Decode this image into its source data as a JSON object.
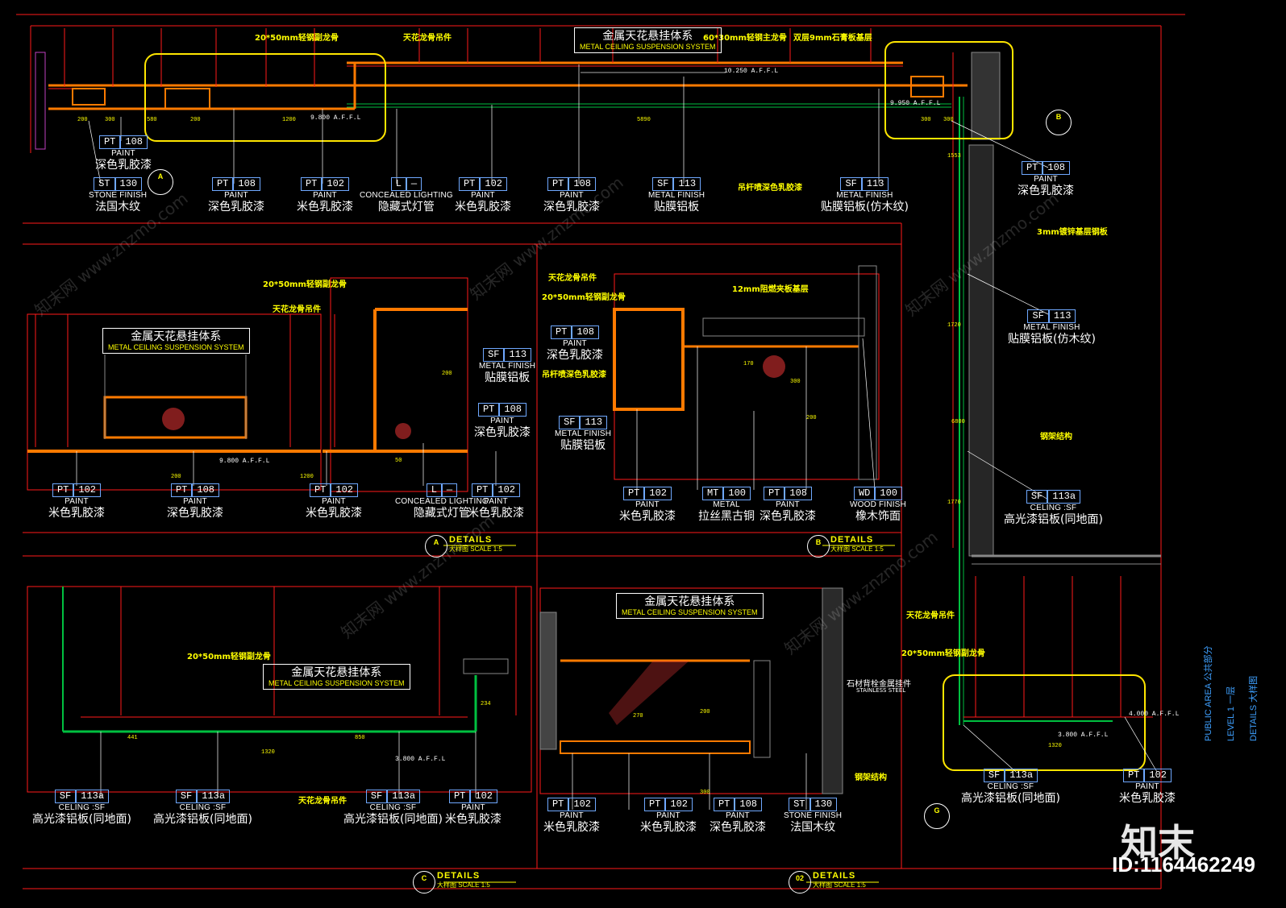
{
  "tags": [
    {
      "id": "t1",
      "code": [
        "PT",
        "108"
      ],
      "en": "PAINT",
      "cn": "深色乳胶漆"
    },
    {
      "id": "t2",
      "code": [
        "ST",
        "130"
      ],
      "en": "STONE FINISH",
      "cn": "法国木纹"
    },
    {
      "id": "t3",
      "code": [
        "PT",
        "108"
      ],
      "en": "PAINT",
      "cn": "深色乳胶漆"
    },
    {
      "id": "t4",
      "code": [
        "PT",
        "102"
      ],
      "en": "PAINT",
      "cn": "米色乳胶漆"
    },
    {
      "id": "t5",
      "code": [
        "L",
        "—"
      ],
      "en": "CONCEALED LIGHTING",
      "cn": "隐藏式灯管"
    },
    {
      "id": "t6",
      "code": [
        "PT",
        "102"
      ],
      "en": "PAINT",
      "cn": "米色乳胶漆"
    },
    {
      "id": "t7",
      "code": [
        "PT",
        "108"
      ],
      "en": "PAINT",
      "cn": "深色乳胶漆"
    },
    {
      "id": "t8",
      "code": [
        "SF",
        "113"
      ],
      "en": "METAL FINISH",
      "cn": "贴膜铝板"
    },
    {
      "id": "t9",
      "code": [
        "SF",
        "113"
      ],
      "en": "METAL FINISH",
      "cn": "贴膜铝板(仿木纹)"
    },
    {
      "id": "t10",
      "code": [
        "PT",
        "108"
      ],
      "en": "PAINT",
      "cn": "深色乳胶漆"
    },
    {
      "id": "t11",
      "code": [
        "SF",
        "113"
      ],
      "en": "METAL FINISH",
      "cn": "贴膜铝板(仿木纹)"
    },
    {
      "id": "t12",
      "code": [
        "SF",
        "113a"
      ],
      "en": "CELING :SF",
      "cn": "高光漆铝板(同地面)"
    },
    {
      "id": "t13",
      "code": [
        "SF",
        "113"
      ],
      "en": "METAL FINISH",
      "cn": "贴膜铝板"
    },
    {
      "id": "t14",
      "code": [
        "PT",
        "108"
      ],
      "en": "PAINT",
      "cn": "深色乳胶漆"
    },
    {
      "id": "t15",
      "code": [
        "PT",
        "102"
      ],
      "en": "PAINT",
      "cn": "米色乳胶漆"
    },
    {
      "id": "t16",
      "code": [
        "PT",
        "108"
      ],
      "en": "PAINT",
      "cn": "深色乳胶漆"
    },
    {
      "id": "t17",
      "code": [
        "PT",
        "102"
      ],
      "en": "PAINT",
      "cn": "米色乳胶漆"
    },
    {
      "id": "t18",
      "code": [
        "L",
        "—"
      ],
      "en": "CONCEALED LIGHTING",
      "cn": "隐藏式灯管"
    },
    {
      "id": "t19",
      "code": [
        "PT",
        "102"
      ],
      "en": "PAINT",
      "cn": "米色乳胶漆"
    },
    {
      "id": "t20",
      "code": [
        "PT",
        "108"
      ],
      "en": "PAINT",
      "cn": "深色乳胶漆"
    },
    {
      "id": "t21",
      "code": [
        "SF",
        "113"
      ],
      "en": "METAL FINISH",
      "cn": "贴膜铝板"
    },
    {
      "id": "t22",
      "code": [
        "PT",
        "102"
      ],
      "en": "PAINT",
      "cn": "米色乳胶漆"
    },
    {
      "id": "t23",
      "code": [
        "MT",
        "100"
      ],
      "en": "METAL",
      "cn": "拉丝黑古铜"
    },
    {
      "id": "t24",
      "code": [
        "PT",
        "108"
      ],
      "en": "PAINT",
      "cn": "深色乳胶漆"
    },
    {
      "id": "t25",
      "code": [
        "WD",
        "100"
      ],
      "en": "WOOD FINISH",
      "cn": "橡木饰面"
    },
    {
      "id": "t26",
      "code": [
        "SF",
        "113a"
      ],
      "en": "CELING :SF",
      "cn": "高光漆铝板(同地面)"
    },
    {
      "id": "t27",
      "code": [
        "SF",
        "113a"
      ],
      "en": "CELING :SF",
      "cn": "高光漆铝板(同地面)"
    },
    {
      "id": "t28",
      "code": [
        "SF",
        "113a"
      ],
      "en": "CELING :SF",
      "cn": "高光漆铝板(同地面)"
    },
    {
      "id": "t29",
      "code": [
        "PT",
        "102"
      ],
      "en": "PAINT",
      "cn": "米色乳胶漆"
    },
    {
      "id": "t30",
      "code": [
        "PT",
        "102"
      ],
      "en": "PAINT",
      "cn": "米色乳胶漆"
    },
    {
      "id": "t31",
      "code": [
        "PT",
        "102"
      ],
      "en": "PAINT",
      "cn": "米色乳胶漆"
    },
    {
      "id": "t32",
      "code": [
        "PT",
        "108"
      ],
      "en": "PAINT",
      "cn": "深色乳胶漆"
    },
    {
      "id": "t33",
      "code": [
        "ST",
        "130"
      ],
      "en": "STONE FINISH",
      "cn": "法国木纹"
    },
    {
      "id": "t34",
      "code": [
        "SF",
        "113a"
      ],
      "en": "CELING :SF",
      "cn": "高光漆铝板(同地面)"
    },
    {
      "id": "t35",
      "code": [
        "PT",
        "102"
      ],
      "en": "PAINT",
      "cn": "米色乳胶漆"
    }
  ],
  "notes": {
    "n1": "20*50mm轻钢副龙骨",
    "n2": "天花龙骨吊件",
    "n3": "60*30mm轻钢主龙骨",
    "n4": "双层9mm石膏板基层",
    "n5": "吊杆喷深色乳胶漆",
    "n6": "3mm镀锌基层钢板",
    "n7": "钢架结构",
    "n8": "天花龙骨吊件",
    "n9": "20*50mm轻钢副龙骨",
    "n10": "20*50mm轻钢副龙骨",
    "n11": "天花龙骨吊件",
    "n12": "天花龙骨吊件",
    "n13": "20*50mm轻钢副龙骨",
    "n14": "12mm阻燃夹板基层",
    "n15": "吊杆喷深色乳胶漆",
    "n16": "20*50mm轻钢副龙骨",
    "n17": "天花龙骨吊件",
    "n18": "石材背栓金属挂件",
    "n18b": "STAINLESS STEEL",
    "n19": "钢架结构"
  },
  "mcs": {
    "cn": "金属天花悬挂体系",
    "en": "METAL CEILING SUSPENSION SYSTEM"
  },
  "levels": {
    "l1": "9.800 A.F.F.L",
    "l2": "10.250 A.F.F.L",
    "l3": "9.950 A.F.F.L",
    "l4": "9.800 A.F.F.L",
    "l5": "3.800 A.F.F.L",
    "l6": "3.800 A.F.F.L",
    "l7": "4.000 A.F.F.L"
  },
  "dims": [
    "200",
    "300",
    "580",
    "200",
    "1200",
    "5890",
    "300",
    "300",
    "1553",
    "1720",
    "1770",
    "6800",
    "200",
    "1200",
    "50",
    "200",
    "300",
    "170",
    "200",
    "441",
    "850",
    "1320",
    "234",
    "1320",
    "200",
    "270",
    "300"
  ],
  "details": [
    {
      "bubble": "A",
      "title": "DETAILS",
      "sub": "大样图",
      "scale": "SCALE 1:5"
    },
    {
      "bubble": "B",
      "title": "DETAILS",
      "sub": "大样图",
      "scale": "SCALE 1:5"
    },
    {
      "bubble": "C",
      "title": "DETAILS",
      "sub": "大样图",
      "scale": "SCALE 1:5"
    },
    {
      "bubble": "02",
      "title": "DETAILS",
      "sub": "大样图",
      "scale": "SCALE 1:5"
    }
  ],
  "section_markers": {
    "a": "A",
    "b": "B",
    "g": "G"
  },
  "sidebar": {
    "l1": "PUBLIC AREA    公共部分",
    "l2": "LEVEL 1      一层",
    "l3": "DETAILS       大样图"
  },
  "watermark": {
    "brand": "知末",
    "id": "ID:1164462249",
    "repeat": "知末网 www.znzmo.com"
  },
  "colors": {
    "red": "#ff1a1a",
    "yellow": "#ffff00",
    "green": "#00c040",
    "orange": "#ff7a00",
    "blue": "#6fa8ff",
    "highlight": "#ffe600"
  }
}
